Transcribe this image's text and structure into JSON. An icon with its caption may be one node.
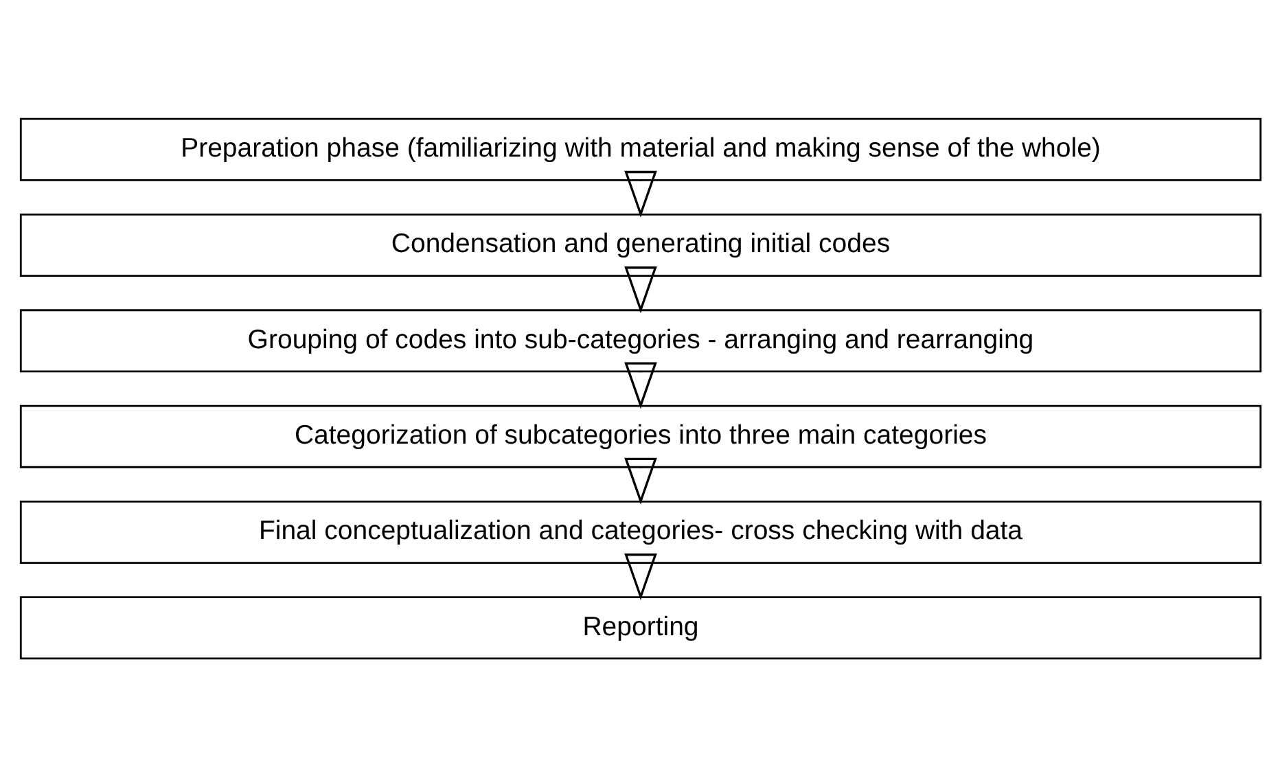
{
  "diagram": {
    "nodes": [
      {
        "text": [
          "Preparation phase (familiarizing with material and making sense of the whole)"
        ]
      },
      {
        "text": [
          "Condensation and generating initial codes"
        ]
      },
      {
        "text": [
          "Grouping of codes into sub-categories - arranging and rearranging"
        ]
      },
      {
        "text": [
          "Categorization of subcategories into three main categories"
        ]
      },
      {
        "text": [
          "Final conceptualization and categories- cross checking with data"
        ]
      },
      {
        "text": [
          "Reporting"
        ]
      }
    ],
    "edges": [
      {
        "from": 0,
        "to": 1,
        "arrow": "to"
      },
      {
        "from": 1,
        "to": 2,
        "arrow": "to"
      },
      {
        "from": 2,
        "to": 3,
        "arrow": "to"
      },
      {
        "from": 3,
        "to": 4,
        "arrow": "to"
      },
      {
        "from": 4,
        "to": 5,
        "arrow": "to"
      }
    ]
  }
}
